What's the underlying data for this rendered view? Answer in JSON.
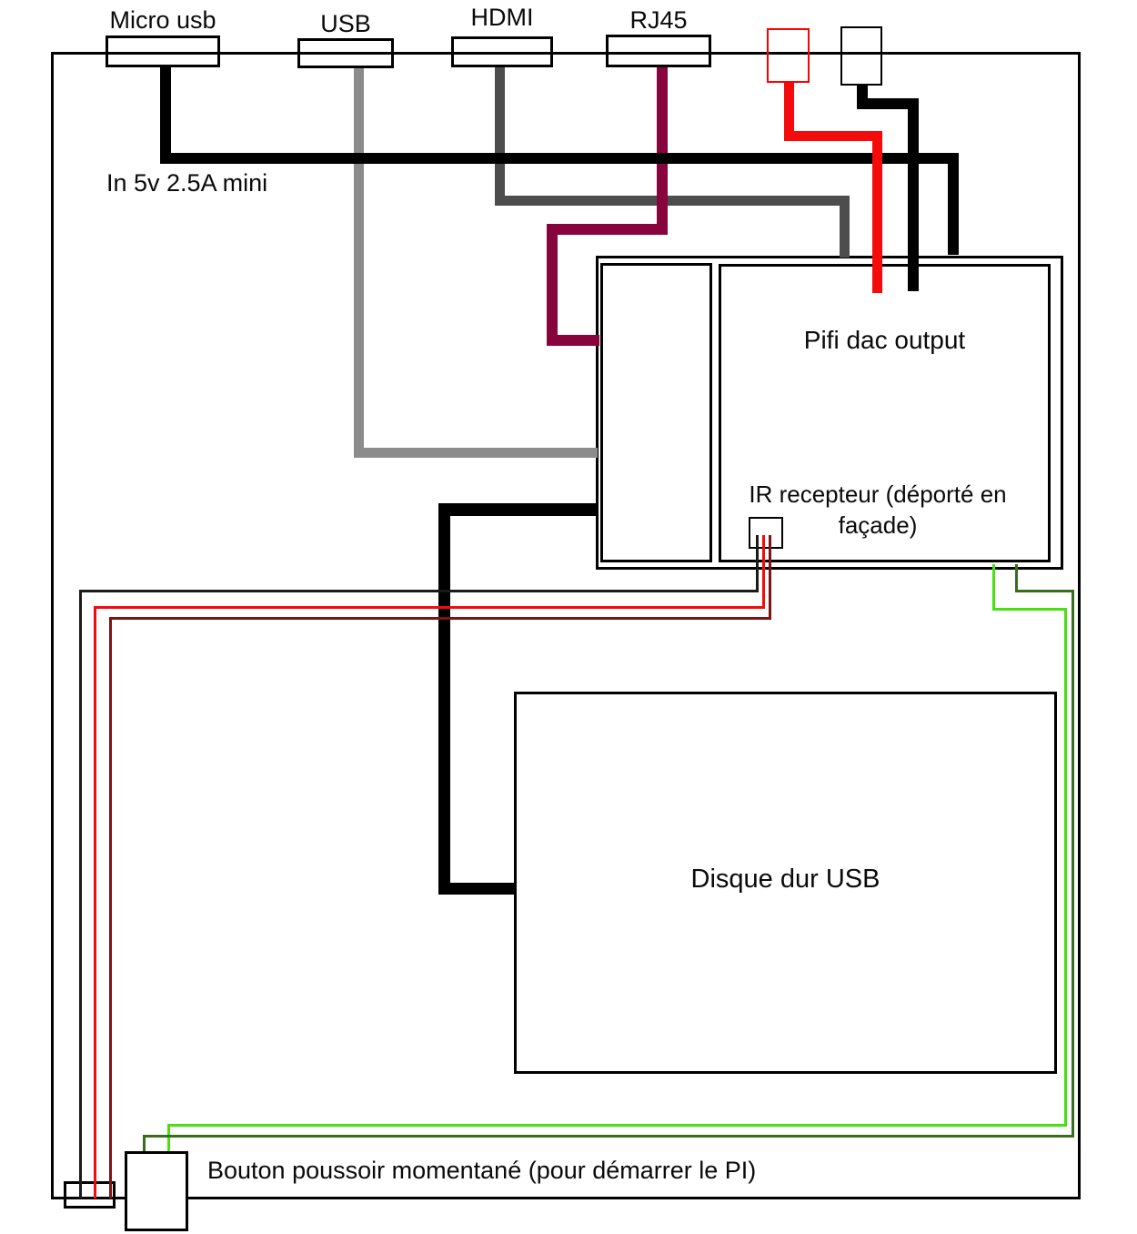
{
  "labels": {
    "micro_usb": "Micro usb",
    "usb": "USB",
    "hdmi": "HDMI",
    "rj45": "RJ45",
    "power_in": "In 5v 2.5A mini",
    "pifi": "Pifi dac output",
    "ir_line1": "IR recepteur (déporté en",
    "ir_line2": "façade)",
    "hdd": "Disque dur USB",
    "button": "Bouton poussoir momentané (pour démarrer le PI)"
  },
  "colors": {
    "black": "#000000",
    "usb_gray": "#8c8c8c",
    "hdmi_gray": "#4d4d4d",
    "rj45_maroon": "#87053c",
    "red": "#f40b0b",
    "dark_red": "#7b1413",
    "thin_black": "#1a1a1a",
    "light_green": "#47e10f",
    "dark_green": "#376e1d",
    "red_box": "#fe0000"
  }
}
